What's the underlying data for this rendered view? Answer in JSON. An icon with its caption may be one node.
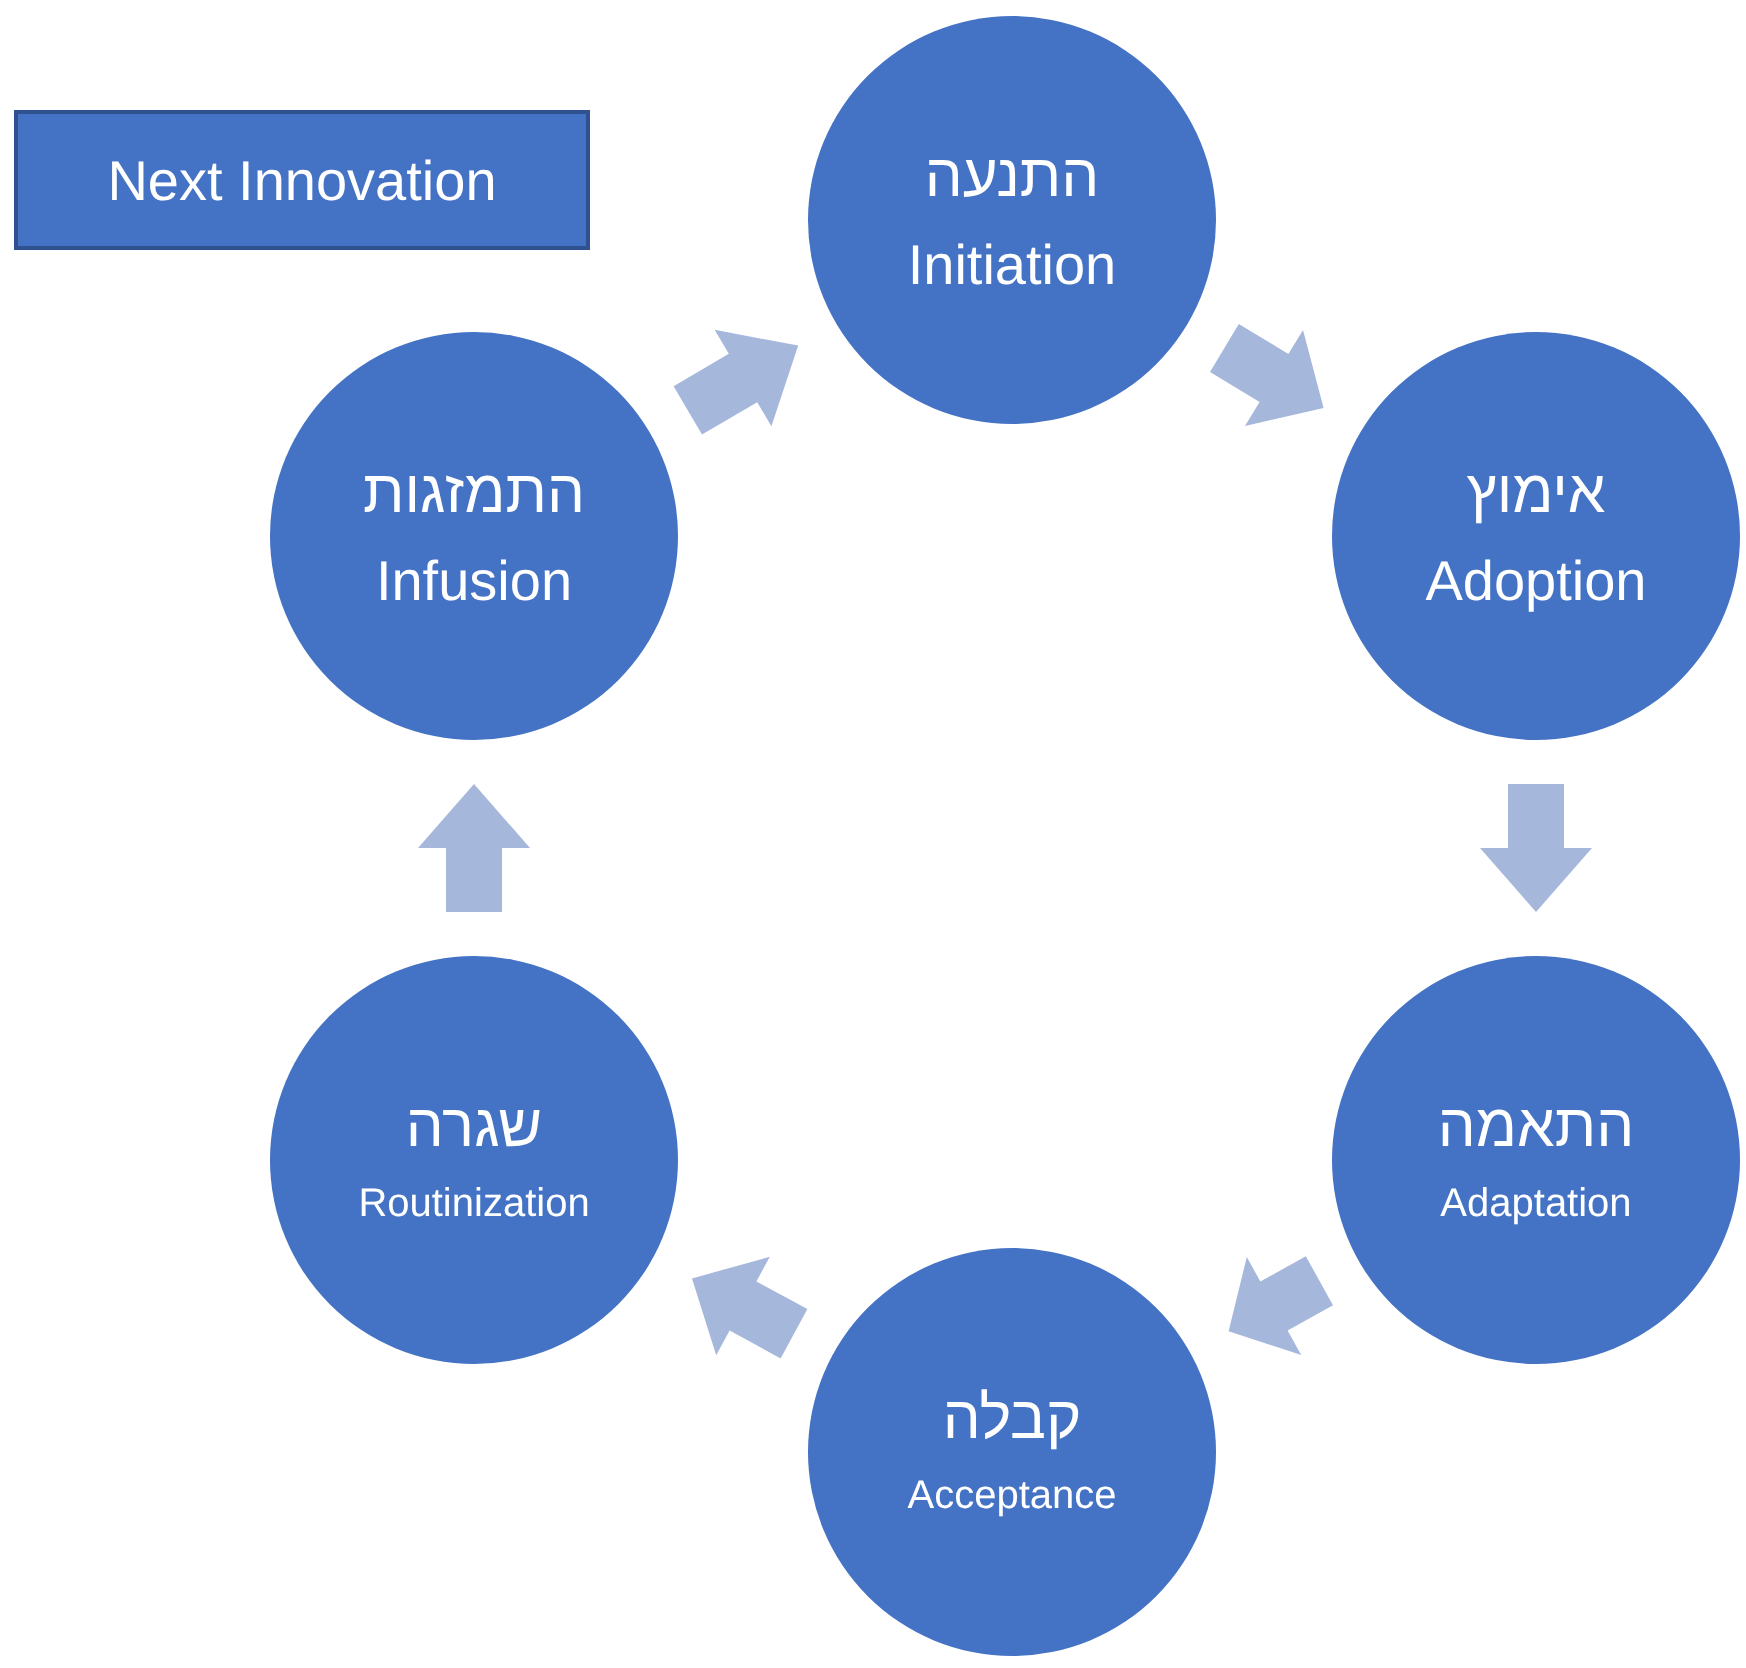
{
  "diagram": {
    "nodes": [
      {
        "text": [
          "Next Innovation"
        ]
      },
      {
        "text": [
          "התנעה",
          "Initiation"
        ]
      },
      {
        "text": [
          "אימוץ",
          "Adoption"
        ]
      },
      {
        "text": [
          "התאמה",
          "Adaptation"
        ]
      },
      {
        "text": [
          "קבלה",
          "Acceptance"
        ]
      },
      {
        "text": [
          "שגרה",
          "Routinization"
        ]
      },
      {
        "text": [
          "התמזגות",
          "Infusion"
        ]
      }
    ],
    "edges": [
      {
        "from": 1,
        "to": 2,
        "arrow": "to"
      },
      {
        "from": 2,
        "to": 3,
        "arrow": "to"
      },
      {
        "from": 3,
        "to": 4,
        "arrow": "to"
      },
      {
        "from": 4,
        "to": 5,
        "arrow": "to"
      },
      {
        "from": 5,
        "to": 6,
        "arrow": "to"
      },
      {
        "from": 6,
        "to": 1,
        "arrow": "to"
      }
    ]
  }
}
